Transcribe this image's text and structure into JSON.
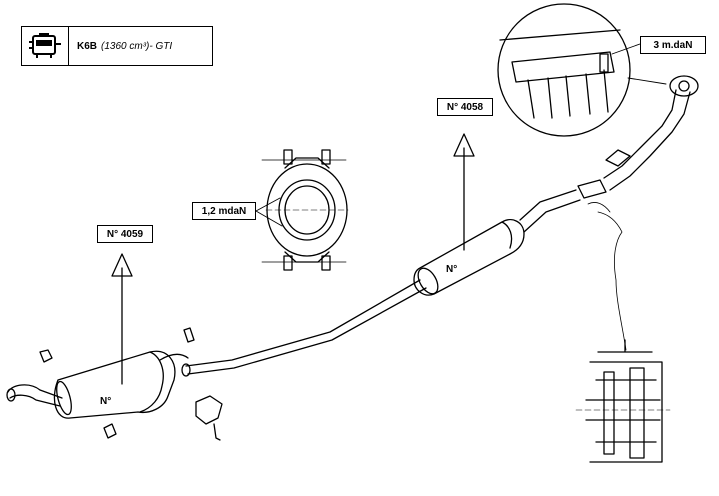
{
  "engine": {
    "code": "K6B",
    "spec": "(1360 cm³)- GTI",
    "icon": "engine-icon"
  },
  "labels": {
    "part_rear": "N° 4059",
    "part_middle": "N° 4058",
    "rear_muffler_marker": "N°",
    "middle_muffler_marker": "N°",
    "torque_clamp": "1,2 mdaN",
    "torque_manifold": "3 m.daN"
  }
}
